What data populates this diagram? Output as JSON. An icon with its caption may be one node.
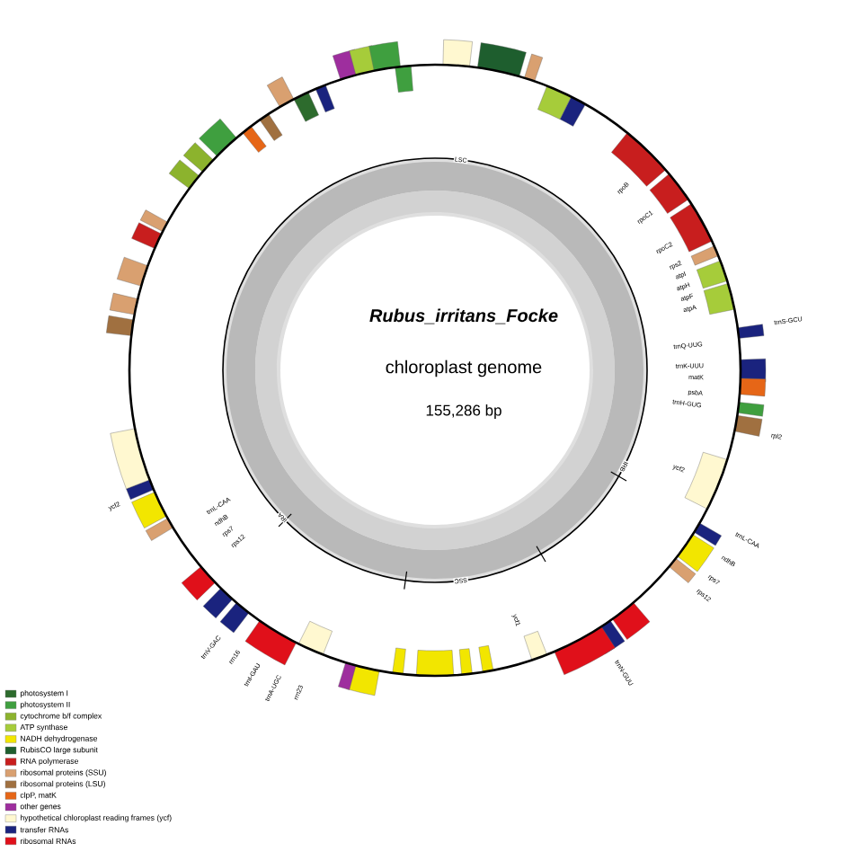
{
  "diagram": {
    "labels": [
      "Rubus_irritans_Focke",
      "chloroplast genome",
      "155,286 bp",
      "LSC",
      "IRA",
      "SSC",
      "IRB",
      "rpoB",
      "rpoC1",
      "rpoC2",
      "rps2",
      "atpI",
      "atpH",
      "atpF",
      "atpA",
      "trnS-GCU",
      "trnQ-UUG",
      "trnK-UUU",
      "matK",
      "psbA",
      "trnH-GUG",
      "rpl2",
      "ycf2",
      "trnL-CAA",
      "ndhB",
      "rps7",
      "rps12",
      "ycf2",
      "trnL-CAA",
      "ndhB",
      "rps7",
      "rps12",
      "trnV-GAC",
      "rrn16",
      "trnI-GAU",
      "trnA-UGC",
      "rrn23",
      "trnN-GUU",
      "ycf1"
    ],
    "legend": [
      {
        "text": "photosystem I",
        "color": "#2d6b2d"
      },
      {
        "text": "photosystem II",
        "color": "#3f9f3f"
      },
      {
        "text": "cytochrome b/f complex",
        "color": "#8cb32d"
      },
      {
        "text": "ATP synthase",
        "color": "#a6cc3a"
      },
      {
        "text": "NADH dehydrogenase",
        "color": "#f2e600"
      },
      {
        "text": "RubisCO large subunit",
        "color": "#1e5e2e"
      },
      {
        "text": "RNA polymerase",
        "color": "#c81e1e"
      },
      {
        "text": "ribosomal proteins (SSU)",
        "color": "#d9a070"
      },
      {
        "text": "ribosomal proteins (LSU)",
        "color": "#a07040"
      },
      {
        "text": "clpP, matK",
        "color": "#e66617"
      },
      {
        "text": "other genes",
        "color": "#9e2e9e"
      },
      {
        "text": "hypothetical chloroplast reading frames (ycf)",
        "color": "#fff8d0"
      },
      {
        "text": "transfer RNAs",
        "color": "#1a237e"
      },
      {
        "text": "ribosomal RNAs",
        "color": "#e0101a"
      }
    ]
  }
}
